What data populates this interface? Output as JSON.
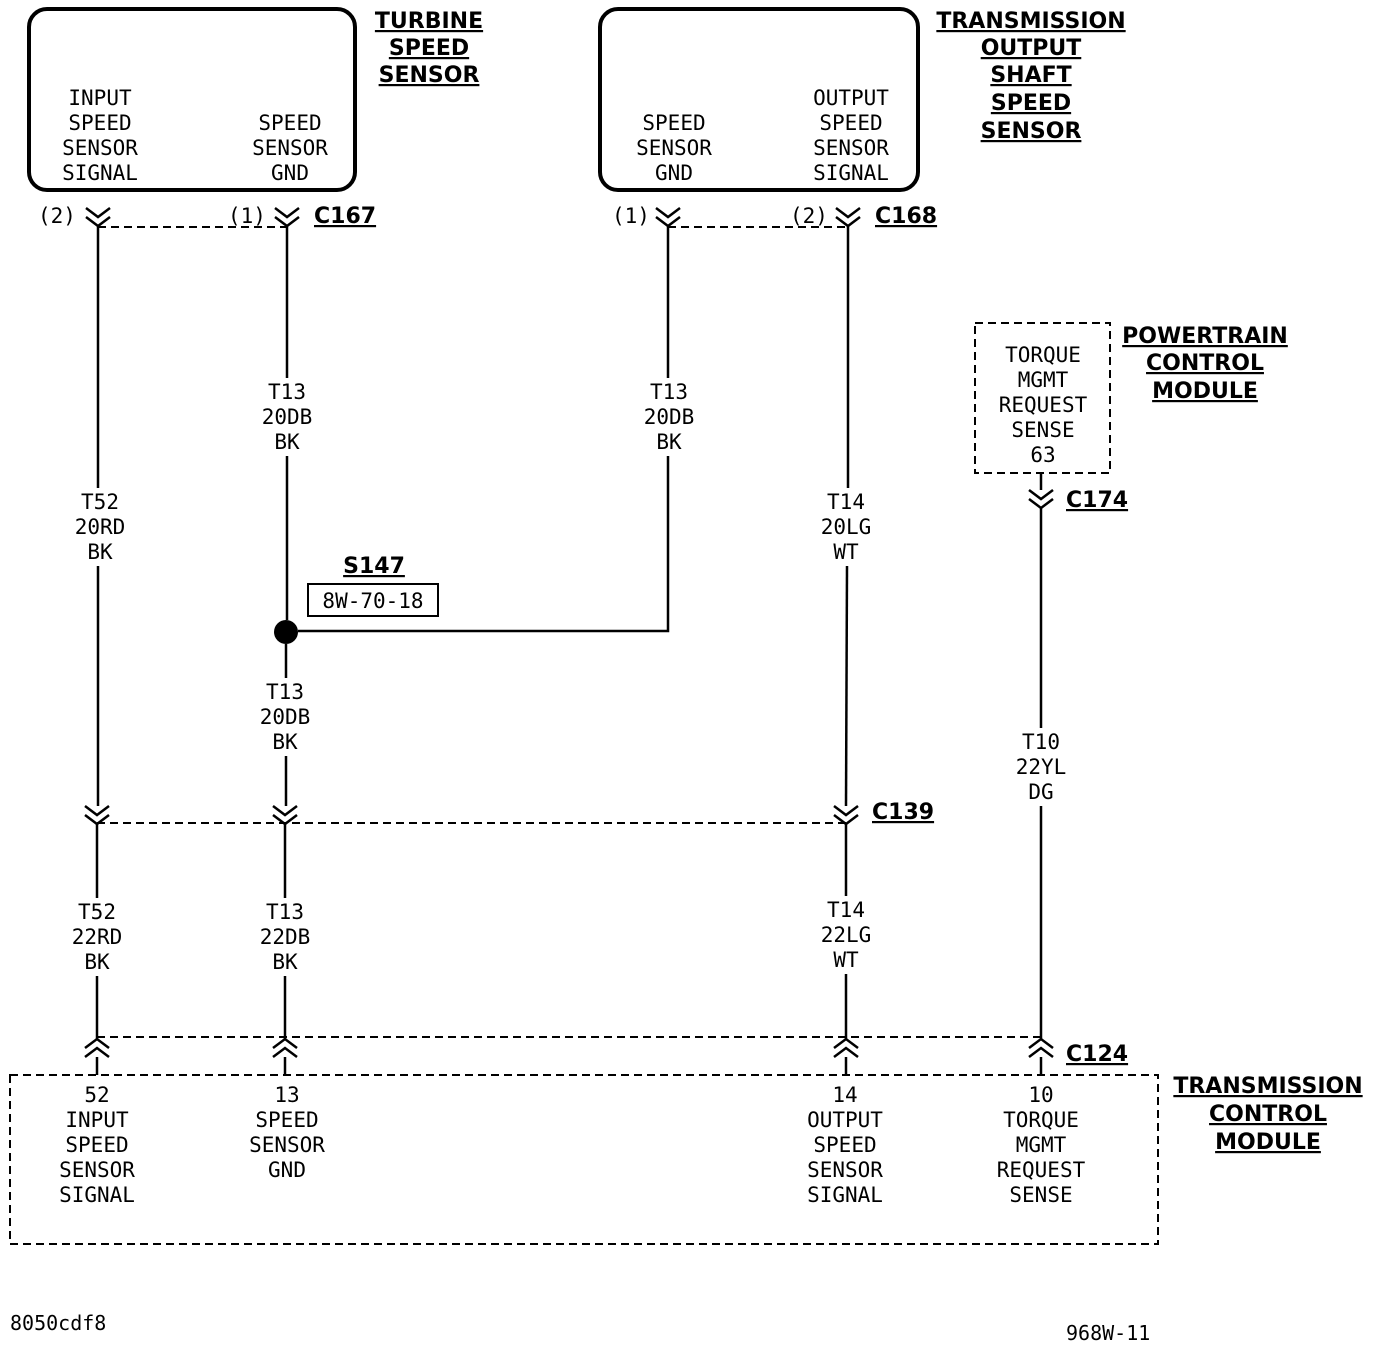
{
  "turbine_sensor": {
    "title": [
      "TURBINE",
      "SPEED",
      "SENSOR"
    ],
    "pin_a": [
      "INPUT",
      "SPEED",
      "SENSOR",
      "SIGNAL"
    ],
    "pin_b": [
      "SPEED",
      "SENSOR",
      "GND"
    ],
    "cavity_a": "(2)",
    "cavity_b": "(1)",
    "connector": "C167"
  },
  "output_sensor": {
    "title": [
      "TRANSMISSION",
      "OUTPUT",
      "SHAFT",
      "SPEED",
      "SENSOR"
    ],
    "pin_a": [
      "SPEED",
      "SENSOR",
      "GND"
    ],
    "pin_b": [
      "OUTPUT",
      "SPEED",
      "SENSOR",
      "SIGNAL"
    ],
    "cavity_a": "(1)",
    "cavity_b": "(2)",
    "connector": "C168"
  },
  "pcm": {
    "title": [
      "POWERTRAIN",
      "CONTROL",
      "MODULE"
    ],
    "pin": [
      "TORQUE",
      "MGMT",
      "REQUEST",
      "SENSE",
      "63"
    ],
    "connector": "C174"
  },
  "splice": {
    "name": "S147",
    "ref": "8W-70-18"
  },
  "wires": {
    "t52_upper": [
      "T52",
      "20RD",
      "BK"
    ],
    "t13_upper_left": [
      "T13",
      "20DB",
      "BK"
    ],
    "t13_upper_right": [
      "T13",
      "20DB",
      "BK"
    ],
    "t14_upper": [
      "T14",
      "20LG",
      "WT"
    ],
    "t13_mid": [
      "T13",
      "20DB",
      "BK"
    ],
    "t10": [
      "T10",
      "22YL",
      "DG"
    ],
    "t52_lower": [
      "T52",
      "22RD",
      "BK"
    ],
    "t13_lower": [
      "T13",
      "22DB",
      "BK"
    ],
    "t14_lower": [
      "T14",
      "22LG",
      "WT"
    ]
  },
  "inline_connector": "C139",
  "tcm": {
    "title": [
      "TRANSMISSION",
      "CONTROL",
      "MODULE"
    ],
    "connector": "C124",
    "pin_52": [
      "52",
      "INPUT",
      "SPEED",
      "SENSOR",
      "SIGNAL"
    ],
    "pin_13": [
      "13",
      "SPEED",
      "SENSOR",
      "GND"
    ],
    "pin_14": [
      "14",
      "OUTPUT",
      "SPEED",
      "SENSOR",
      "SIGNAL"
    ],
    "pin_10": [
      "10",
      "TORQUE",
      "MGMT",
      "REQUEST",
      "SENSE"
    ]
  },
  "footer": {
    "left_code": "8050cdf8",
    "right_code": "968W-11"
  }
}
